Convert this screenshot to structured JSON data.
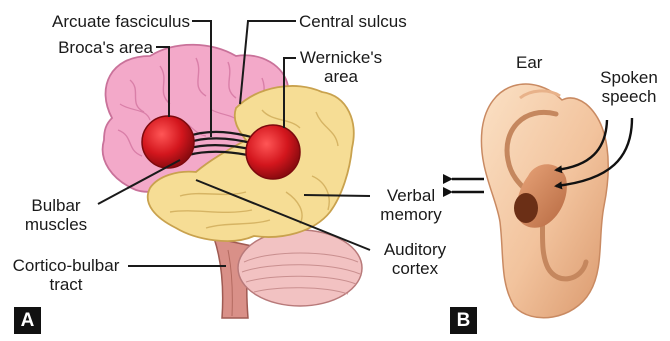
{
  "panels": {
    "a": "A",
    "b": "B"
  },
  "labels": {
    "arcuate_fasciculus": "Arcuate fasciculus",
    "central_sulcus": "Central sulcus",
    "brocas_area": "Broca's area",
    "wernickes_area": [
      "Wernicke's",
      "area"
    ],
    "bulbar_muscles": [
      "Bulbar",
      "muscles"
    ],
    "verbal_memory": [
      "Verbal",
      "memory"
    ],
    "auditory_cortex": [
      "Auditory",
      "cortex"
    ],
    "cortico_bulbar_tract": [
      "Cortico-bulbar",
      "tract"
    ],
    "ear": "Ear",
    "spoken_speech": [
      "Spoken",
      "speech"
    ]
  },
  "colors": {
    "frontal_lobe": "#f2a9c8",
    "temporal_lobe": "#f4dc93",
    "cerebellum": "#f0c0c0",
    "area_marker": "#c8141b",
    "skin": "#f2c39d"
  }
}
